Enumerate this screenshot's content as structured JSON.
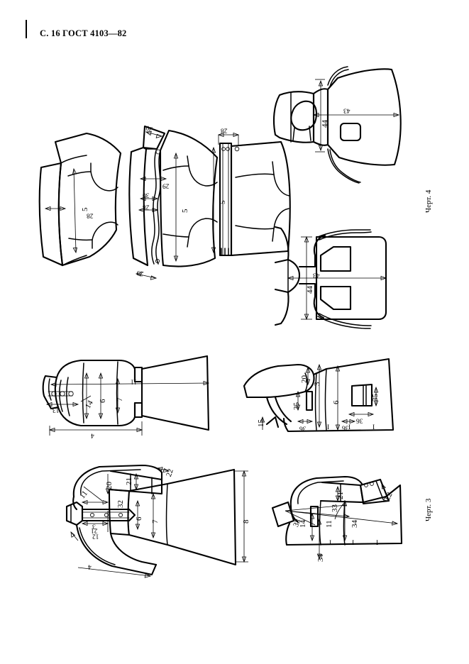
{
  "header": {
    "page_marker": "С. 16 ГОСТ 4103—82"
  },
  "captions": {
    "fig4": "Черт. 4",
    "fig3": "Черт. 3"
  },
  "figures": [
    {
      "id": "fig4-collar-a",
      "name": "collar-pattern-a",
      "labels": [
        "28",
        "5"
      ]
    },
    {
      "id": "fig4-collar-b",
      "name": "collar-pattern-b",
      "labels": [
        "30",
        "29",
        "30",
        "28",
        "5",
        "29"
      ]
    },
    {
      "id": "fig4-collar-c",
      "name": "collar-pattern-c",
      "labels": [
        "28",
        "5"
      ]
    },
    {
      "id": "fig4-garment-top",
      "name": "garment-front-view",
      "labels": [
        "44",
        "43"
      ]
    },
    {
      "id": "fig4-garment-bottom",
      "name": "garment-flat-view",
      "labels": [
        "44",
        "43"
      ]
    },
    {
      "id": "fig3-front",
      "name": "jacket-front-view",
      "labels": [
        "13",
        "14",
        "6",
        "7",
        "11",
        "4"
      ]
    },
    {
      "id": "fig3-side",
      "name": "jacket-side-view",
      "labels": [
        "20",
        "3",
        "35",
        "6",
        "35",
        "15",
        "36",
        "36",
        "36",
        "I",
        "I",
        "I"
      ]
    },
    {
      "id": "fig3-front-open",
      "name": "jacket-front-open-view",
      "labels": [
        "11",
        "20",
        "21",
        "22",
        "32",
        "3",
        "21",
        "12",
        "6",
        "7",
        "8",
        "4"
      ]
    },
    {
      "id": "fig3-back",
      "name": "jacket-back-view",
      "labels": [
        "21",
        "22",
        "33",
        "33",
        "14",
        "11",
        "34",
        "34",
        "I",
        "I",
        "I"
      ]
    }
  ],
  "dimensions": {
    "f4a_28": "28",
    "f4a_5": "5",
    "f4b_30t": "30",
    "f4b_29a": "29",
    "f4b_30m": "30",
    "f4b_28": "28",
    "f4b_5": "5",
    "f4b_29b": "29",
    "f4c_28": "28",
    "f4c_5": "5",
    "f4t_44": "44",
    "f4t_43": "43",
    "f4u_44": "44",
    "f4u_43": "43",
    "f3a_13": "13",
    "f3a_14": "14",
    "f3a_6": "6",
    "f3a_7": "7",
    "f3a_11": "11",
    "f3a_4": "4",
    "f3b_20": "20",
    "f3b_3": "3",
    "f3b_35a": "35",
    "f3b_6": "6",
    "f3b_35b": "35",
    "f3b_15": "15",
    "f3b_36a": "36",
    "f3b_36b": "36",
    "f3b_36c": "36",
    "f3b_I1": "I",
    "f3b_I2": "I",
    "f3b_I3": "I",
    "f3c_11": "11",
    "f3c_20": "20",
    "f3c_21a": "21",
    "f3c_22": "22",
    "f3c_32": "32",
    "f3c_3": "3",
    "f3c_21b": "21",
    "f3c_12": "12",
    "f3c_6": "6",
    "f3c_7": "7",
    "f3c_8": "8",
    "f3c_4": "4",
    "f3d_21": "21",
    "f3d_22": "22",
    "f3d_33a": "33",
    "f3d_33b": "33",
    "f3d_14": "14",
    "f3d_11": "11",
    "f3d_34a": "34",
    "f3d_34b": "34",
    "f3d_I1": "I",
    "f3d_I2": "I",
    "f3d_I3": "I"
  },
  "colors": {
    "ink": "#000000",
    "paper": "#ffffff"
  }
}
